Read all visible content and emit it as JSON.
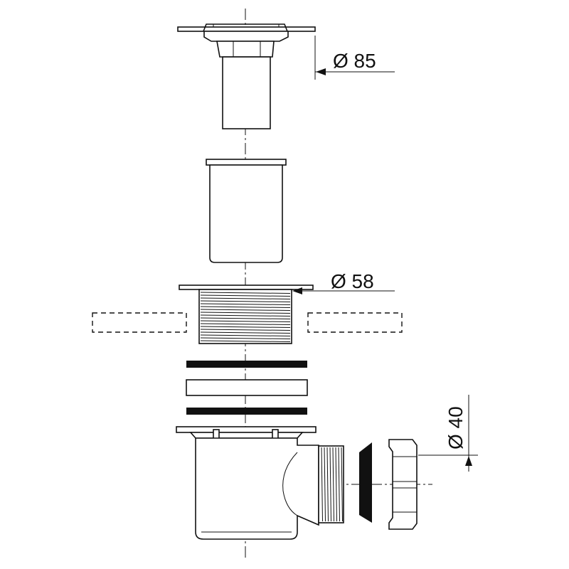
{
  "dimensions": {
    "grate_diameter": "Ø 85",
    "body_diameter": "Ø 58",
    "outlet_diameter": "Ø 40"
  }
}
